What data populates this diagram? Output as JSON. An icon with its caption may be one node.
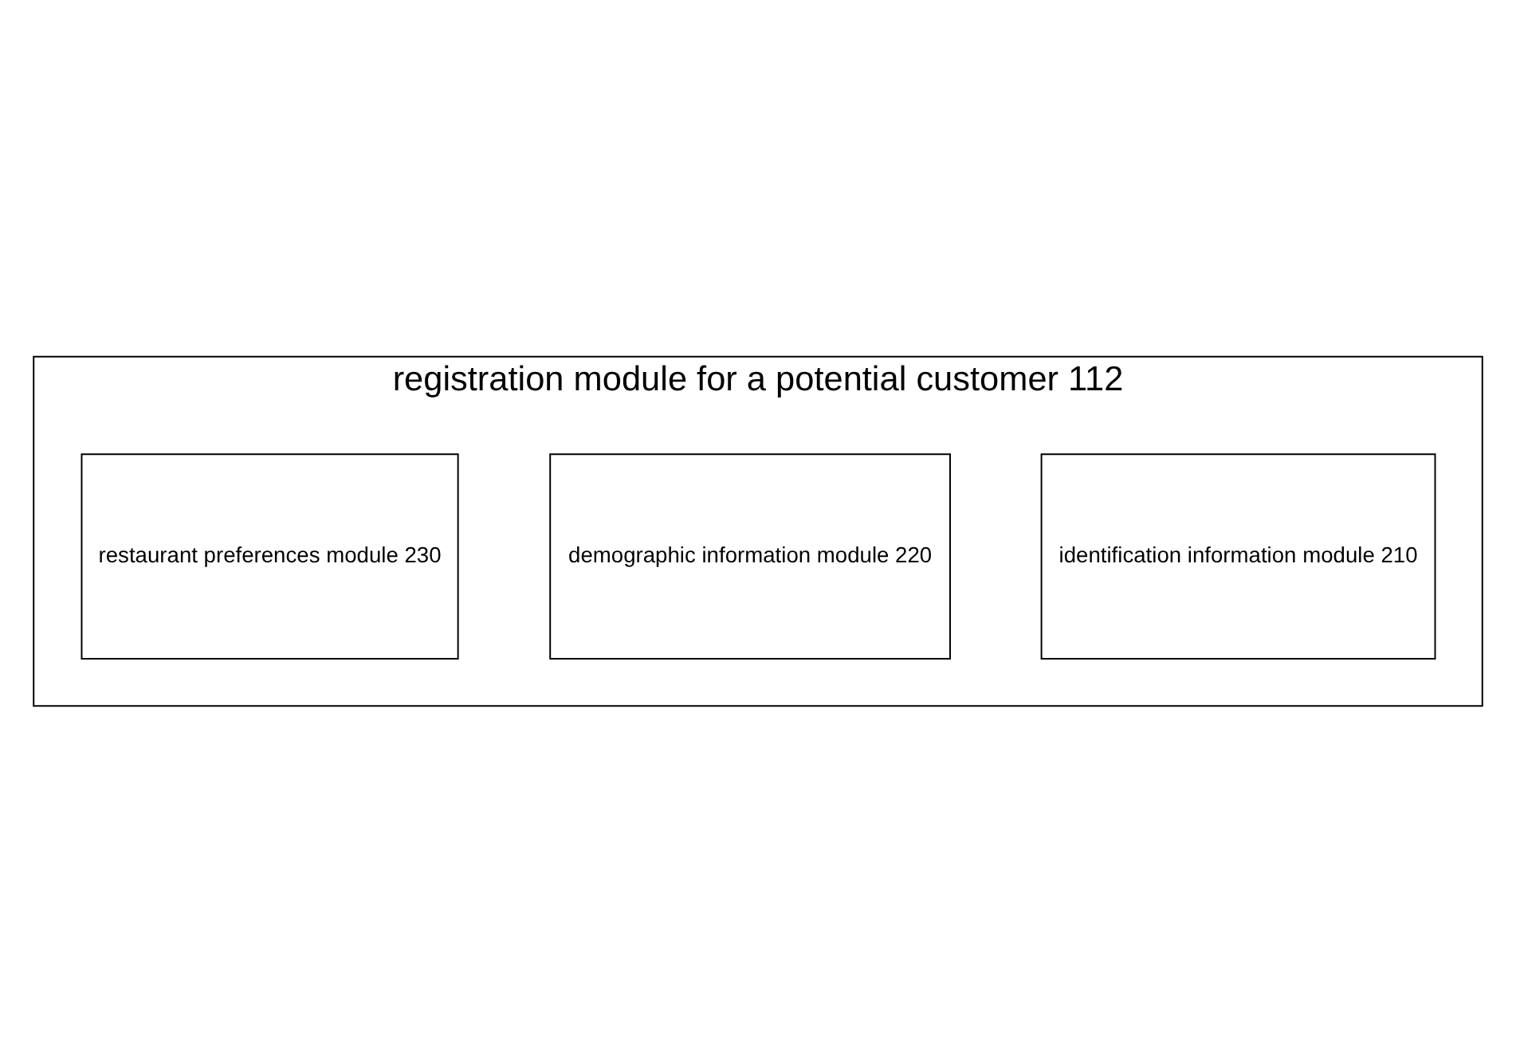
{
  "diagram": {
    "nodes": [
      {
        "text": [
          "registration module for a potential customer 112"
        ]
      },
      {
        "text": [
          "identification information module 210"
        ],
        "in": 0
      },
      {
        "text": [
          "demographic information module 220"
        ],
        "in": 0
      },
      {
        "text": [
          "restaurant preferences module 230"
        ],
        "in": 0
      }
    ]
  }
}
